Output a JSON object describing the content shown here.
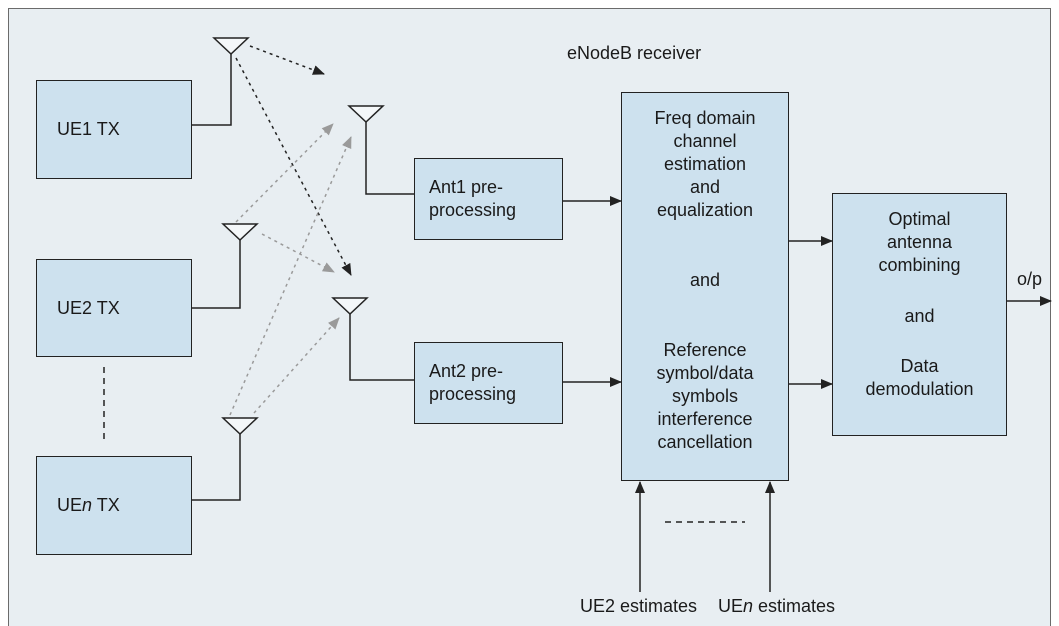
{
  "title": "eNodeB receiver",
  "ue_blocks": [
    {
      "prefix": "UE",
      "index": "1",
      "suffix": " TX"
    },
    {
      "prefix": "UE",
      "index": "2",
      "suffix": " TX"
    },
    {
      "prefix": "UE",
      "index": "n",
      "suffix": " TX"
    }
  ],
  "preprocessing": [
    {
      "line1": "Ant1 pre-",
      "line2": "processing"
    },
    {
      "line1": "Ant2 pre-",
      "line2": "processing"
    }
  ],
  "estimation_block": {
    "top": [
      "Freq domain",
      "channel",
      "estimation",
      "and",
      "equalization"
    ],
    "middle": "and",
    "bottom": [
      "Reference",
      "symbol/data",
      "symbols",
      "interference",
      "cancellation"
    ]
  },
  "combining_block": {
    "top": [
      "Optimal",
      "antenna",
      "combining"
    ],
    "middle": "and",
    "bottom": [
      "Data",
      "demodulation"
    ]
  },
  "output_label": "o/p",
  "estimate_inputs": [
    {
      "prefix": "UE",
      "index": "2",
      "suffix": " estimates"
    },
    {
      "prefix": "UE",
      "index": "n",
      "suffix": " estimates"
    }
  ],
  "colors": {
    "panel_bg": "#e8eef2",
    "box_fill": "#cde1ee",
    "stroke": "#222222",
    "ue1_signal": "#222222",
    "other_ue_signal": "#9a9a9a"
  }
}
